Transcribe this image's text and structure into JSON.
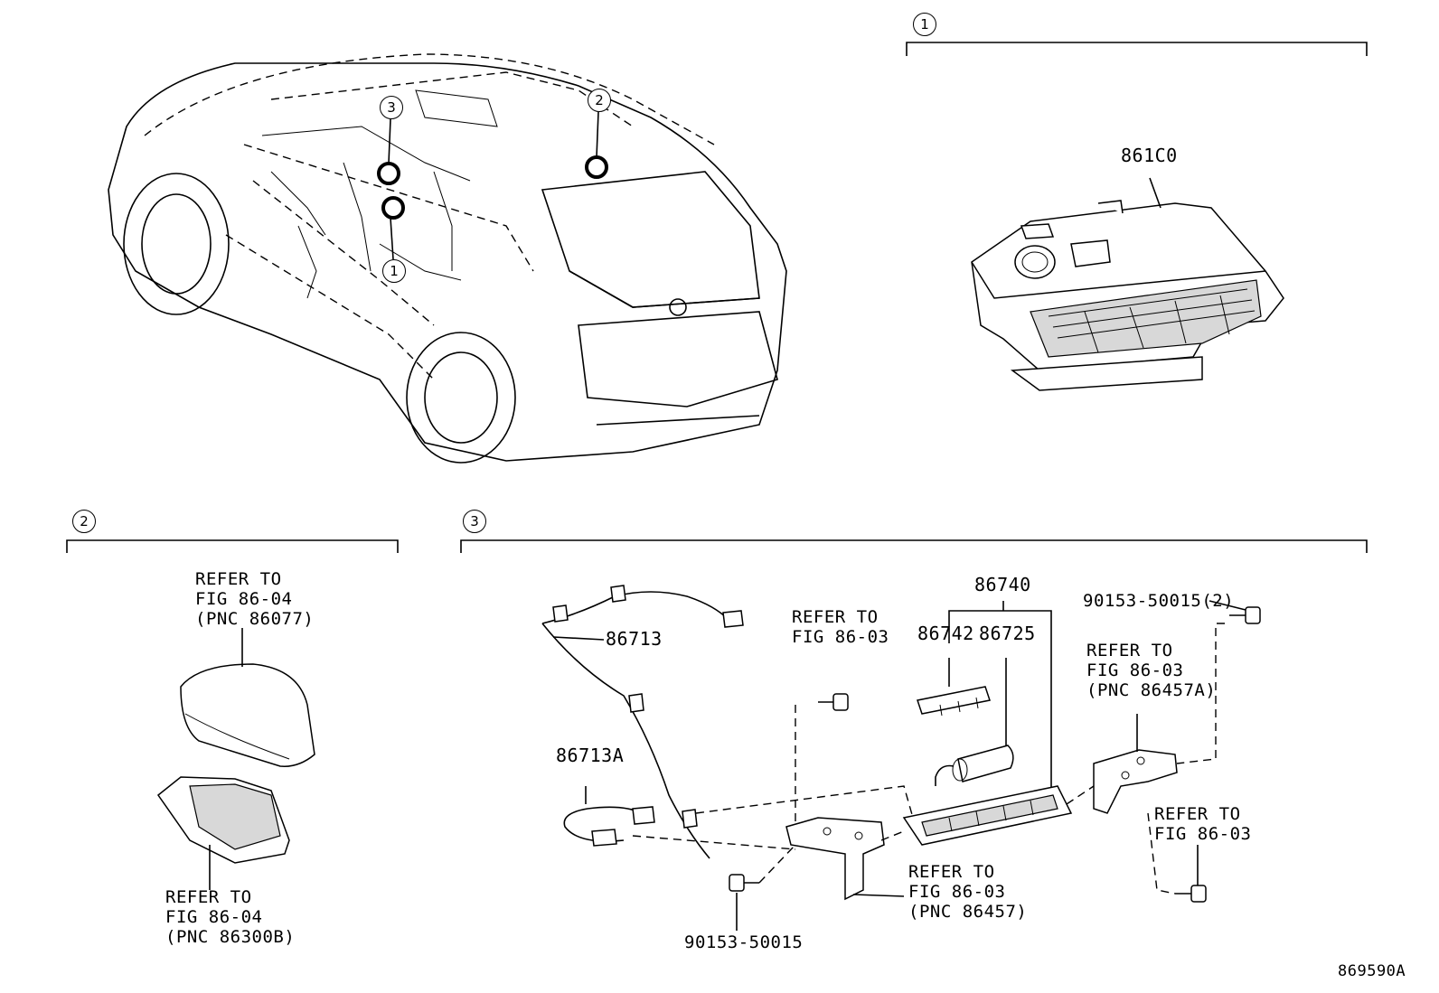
{
  "callouts": {
    "c1_top": "1",
    "c2_left": "2",
    "c3_mid": "3",
    "car_1": "1",
    "car_2": "2",
    "car_3": "3"
  },
  "parts": {
    "p861C0": "861C0",
    "p86713": "86713",
    "p86713A": "86713A",
    "p86740": "86740",
    "p86742": "86742",
    "p86725": "86725",
    "p90153_2": "90153-50015(2)",
    "p90153": "90153-50015"
  },
  "refs": {
    "r_86077": [
      "REFER TO",
      "FIG 86-04",
      "(PNC 86077)"
    ],
    "r_86300B": [
      "REFER TO",
      "FIG 86-04",
      "(PNC 86300B)"
    ],
    "r_8603_a": [
      "REFER TO",
      "FIG 86-03"
    ],
    "r_86457A": [
      "REFER TO",
      "FIG 86-03",
      "(PNC 86457A)"
    ],
    "r_8603_b": [
      "REFER TO",
      "FIG 86-03"
    ],
    "r_86457": [
      "REFER TO",
      "FIG 86-03",
      "(PNC 86457)"
    ]
  },
  "figure_id": "869590A"
}
